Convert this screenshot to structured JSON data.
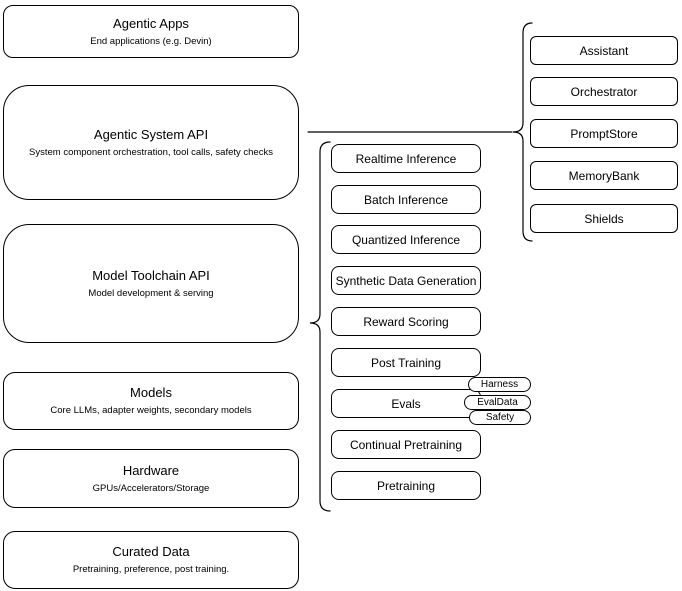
{
  "diagram": {
    "layers": [
      {
        "title": "Agentic Apps",
        "subtitle": "End applications (e.g. Devin)"
      },
      {
        "title": "Agentic System API",
        "subtitle": "System component orchestration, tool calls, safety checks"
      },
      {
        "title": "Model Toolchain API",
        "subtitle": "Model development & serving"
      },
      {
        "title": "Models",
        "subtitle": "Core LLMs, adapter weights, secondary models"
      },
      {
        "title": "Hardware",
        "subtitle": "GPUs/Accelerators/Storage"
      },
      {
        "title": "Curated Data",
        "subtitle": "Pretraining, preference, post training."
      }
    ],
    "toolchain_services": [
      "Realtime Inference",
      "Batch Inference",
      "Quantized Inference",
      "Synthetic Data Generation",
      "Reward Scoring",
      "Post Training",
      "Evals",
      "Continual Pretraining",
      "Pretraining"
    ],
    "eval_components": [
      "Harness",
      "EvalData",
      "Safety"
    ],
    "system_components": [
      "Assistant",
      "Orchestrator",
      "PromptStore",
      "MemoryBank",
      "Shields"
    ],
    "colors": {
      "stroke": "#000000",
      "fill": "#ffffff",
      "background": "#ffffff"
    }
  }
}
